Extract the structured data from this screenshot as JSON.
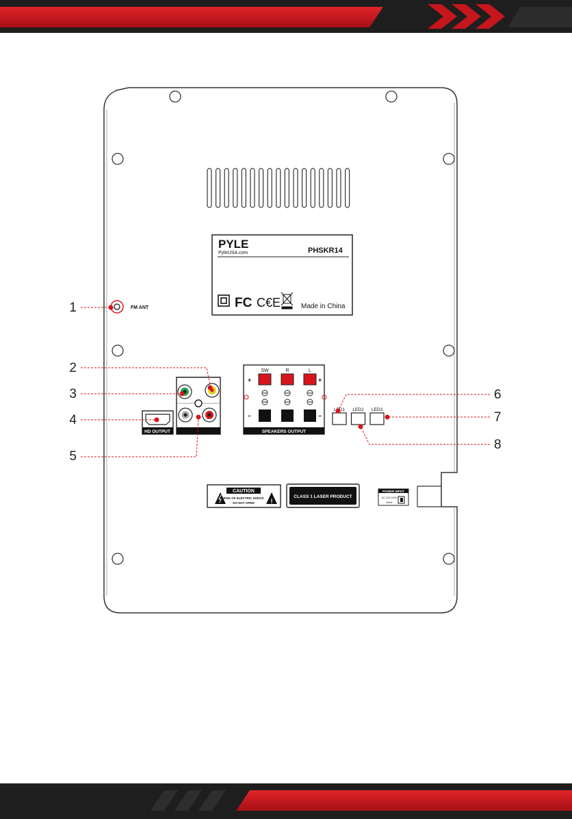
{
  "callouts": [
    "1",
    "2",
    "3",
    "4",
    "5",
    "6",
    "7",
    "8"
  ],
  "panel": {
    "fm_ant_label": "FM ANT",
    "hd_output_label": "HD OUTPUT",
    "speakers": {
      "channels": [
        "SW",
        "R",
        "L"
      ],
      "plus": "+",
      "minus": "–",
      "label": "SPEAKERS OUTPUT"
    },
    "leds": [
      "LED1",
      "LED2",
      "LED3"
    ]
  },
  "rating_label": {
    "brand": "PYLE",
    "website": "PyleUSA.com",
    "model": "PHSKR14",
    "made_in": "Made in China",
    "fc_mark": "FC",
    "ce_mark": "C€E"
  },
  "caution_label": {
    "title": "CAUTION",
    "line1": "RISK OF ELECTRIC SHOCK",
    "line2": "DO NOT OPEN",
    "warn_glyph": "!"
  },
  "laser_label": {
    "text": "CLASS 1 LASER PRODUCT"
  },
  "power_label": {
    "title": "POWER INPUT",
    "line1": "AC 110-240V",
    "line2": "60Hz"
  },
  "colors": {
    "accent_red": "#d8151c",
    "band_dark": "#1e1e1e",
    "outline": "#333333"
  }
}
